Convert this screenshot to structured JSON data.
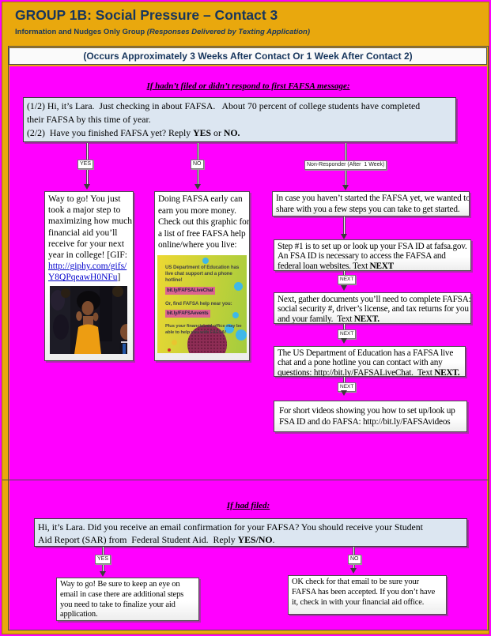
{
  "header": {
    "title": "GROUP 1B: Social Pressure – Contact 3",
    "subtitle": "Information and Nudges Only Group ",
    "subtitle_italic": "(Responses Delivered by Texting Application)"
  },
  "timing_bar": "(Occurs Approximately 3 Weeks After Contact Or 1 Week After Contact 2)",
  "colors": {
    "magenta": "#FF00FF",
    "gold": "#E9A80D",
    "navy": "#17365D",
    "light_blue_box": "#DCE6F1",
    "link_blue": "#0000CC",
    "graphic_yellow": "#EDD832",
    "graphic_green": "#A3CC3E",
    "graphic_pink": "#DC6490",
    "graphic_cyan": "#3FB8E8",
    "graphic_maroon": "#8E2D55"
  },
  "flow1": {
    "heading": "If hadn’t filed or didn’t respond to first FAFSA message:",
    "message": {
      "line1": "(1/2) Hi, it’s Lara.  Just checking in about FAFSA.   About 70 percent of college students have completed",
      "line2": "their FAFSA by this time of year.",
      "line3_prefix": "(2/2)  Have you finished FAFSA yet? Reply ",
      "yes": "YES",
      "or": " or ",
      "no": "NO."
    },
    "labels": {
      "yes": "YES",
      "no": "NO",
      "nonresponder": "Non-Responder (After  1 Week)",
      "next": "NEXT"
    },
    "yes_branch": {
      "lines": [
        "Way to go! You just",
        "took a major step to",
        "maximizing how much",
        "financial aid you’ll",
        "receive for your next",
        "year in college! [GIF:"
      ],
      "link_lines": [
        "http://giphy.com/gifs/",
        "Y8QPqeawH0NFu"
      ],
      "suffix": "]"
    },
    "no_branch": {
      "lines": [
        "Doing FAFSA early can",
        "earn you more money.",
        "Check out this graphic for",
        "a list of free FAFSA help",
        "online/where you live:"
      ],
      "graphic": {
        "para1_lines": [
          "US Department of Education has",
          "live chat support and a phone",
          "hotline!"
        ],
        "link1": "bit.ly/FAFSALiveChat",
        "para2": "Or, find FAFSA help near you:",
        "link2": "bit.ly/FAFSAevents",
        "para3_lines": [
          "Plus your financial aid office may be",
          "able to help you with FAFSA!"
        ]
      }
    },
    "nonresponder_branch": {
      "step0_lines": [
        "In case you haven’t started the FAFSA yet, we wanted to",
        "share with you a few steps you can take to get started."
      ],
      "step1_lines": [
        "Step #1 is to set up or look up your FSA ID at fafsa.gov.",
        "An FSA ID is necessary to access the FAFSA and"
      ],
      "step1_last": "federal loan websites. Text ",
      "step1_bold": "NEXT",
      "step2_lines": [
        "Next, gather documents you’ll need to complete FAFSA:",
        "social security #, driver’s license, and tax returns for you"
      ],
      "step2_last": "and your family.  Text ",
      "step2_bold": "NEXT.",
      "step3_lines": [
        "The US Department of Education has a FAFSA live",
        "chat and a pone hotline you can contact with any"
      ],
      "step3_last": "questions: http://bit.ly/FAFSALiveChat.  Text ",
      "step3_bold": "NEXT.",
      "step4_lines": [
        "For short videos showing you how to set up/look up",
        "FSA ID and do FAFSA: http://bit.ly/FAFSAvideos"
      ]
    }
  },
  "flow2": {
    "heading": "If had filed:",
    "message": {
      "line1": "Hi, it’s Lara. Did you receive an email confirmation for your FAFSA? You should receive your Student",
      "line2_prefix": "Aid Report (SAR) from  Federal Student Aid.  Reply ",
      "bold": "YES/NO",
      "suffix": "."
    },
    "labels": {
      "yes": "YES",
      "no": "NO"
    },
    "yes_box_lines": [
      "Way to go! Be sure to keep an eye on",
      "email in case there are additional steps",
      "you need to take to finalize your aid",
      "application."
    ],
    "no_box_lines": [
      "OK check for that email to be sure your",
      "FAFSA has been accepted. If you don’t have",
      "it, check in with your financial aid office."
    ]
  }
}
